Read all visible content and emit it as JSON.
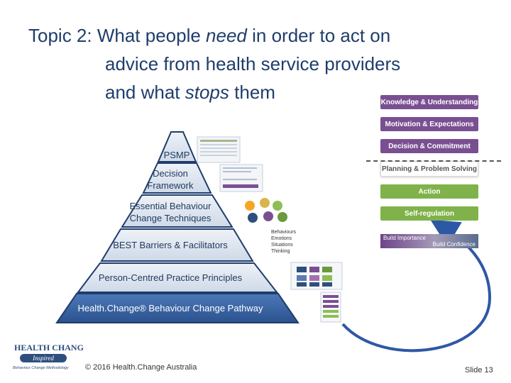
{
  "title": {
    "line1_a": "Topic 2: What people ",
    "line1_em": "need",
    "line1_b": " in order to act on",
    "line2": "advice from health service providers",
    "line3_a": "and what ",
    "line3_em": "stops",
    "line3_b": " them"
  },
  "pyramid": {
    "layers": [
      {
        "label": "PSMP"
      },
      {
        "label": "Decision Framework"
      },
      {
        "label": "Essential Behaviour Change Techniques"
      },
      {
        "label": "BEST Barriers & Facilitators"
      },
      {
        "label": "Person-Centred Practice Principles"
      },
      {
        "label": "Health.Change® Behaviour Change Pathway"
      }
    ]
  },
  "bes_list": [
    "Behaviours",
    "Emotions",
    "Situations",
    "Thinking"
  ],
  "steps": [
    {
      "label": "Knowledge & Understanding",
      "style": "purple"
    },
    {
      "label": "Motivation & Expectations",
      "style": "purple"
    },
    {
      "label": "Decision & Commitment",
      "style": "purple"
    },
    {
      "label": "Planning & Problem Solving",
      "style": "white"
    },
    {
      "label": "Action",
      "style": "green"
    },
    {
      "label": "Self-regulation",
      "style": "green"
    }
  ],
  "importance_bar": {
    "left": "Build Importance",
    "right": "Build Confidence"
  },
  "logo": {
    "line1": "HEALTH CHANGE",
    "line2": "Inspired",
    "line3": "Behaviour Change Methodology"
  },
  "footer": {
    "copyright": "© 2016 Health.Change Australia",
    "slide": "Slide 13"
  },
  "colors": {
    "title": "#1f3d6b",
    "pyramid_light": "#dbe3ef",
    "pyramid_dark": "#2e5a9b",
    "purple": "#7a4f92",
    "green": "#7fb24a",
    "arrow": "#2d58a5"
  }
}
